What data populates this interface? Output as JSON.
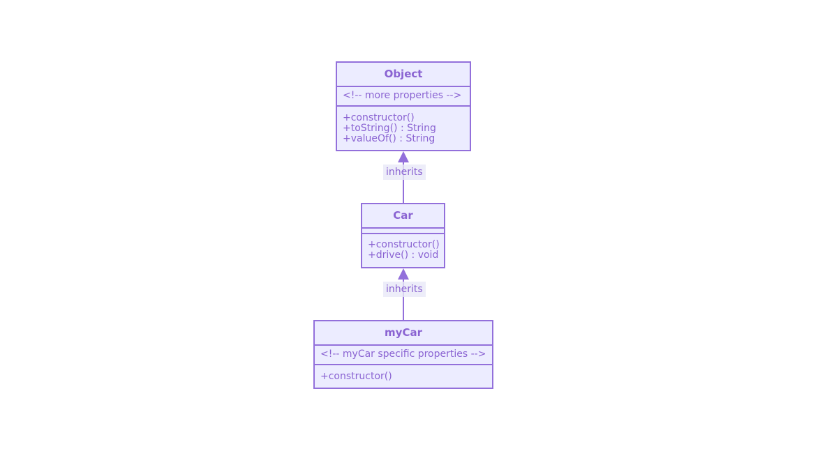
{
  "diagram": {
    "classes": [
      {
        "name": "Object",
        "attributes": [
          "<!-- more properties -->"
        ],
        "methods": [
          "+constructor()",
          "+toString() : String",
          "+valueOf() : String"
        ]
      },
      {
        "name": "Car",
        "attributes": [],
        "methods": [
          "+constructor()",
          "+drive() : void"
        ]
      },
      {
        "name": "myCar",
        "attributes": [
          "<!-- myCar specific properties -->"
        ],
        "methods": [
          "+constructor()"
        ]
      }
    ],
    "relations": [
      {
        "from": "Car",
        "to": "Object",
        "type": "inheritance",
        "label": "inherits"
      },
      {
        "from": "myCar",
        "to": "Car",
        "type": "inheritance",
        "label": "inherits"
      }
    ]
  },
  "colors": {
    "fill": "#ECECFF",
    "stroke": "#9370DB",
    "text": "#8a63d2"
  }
}
